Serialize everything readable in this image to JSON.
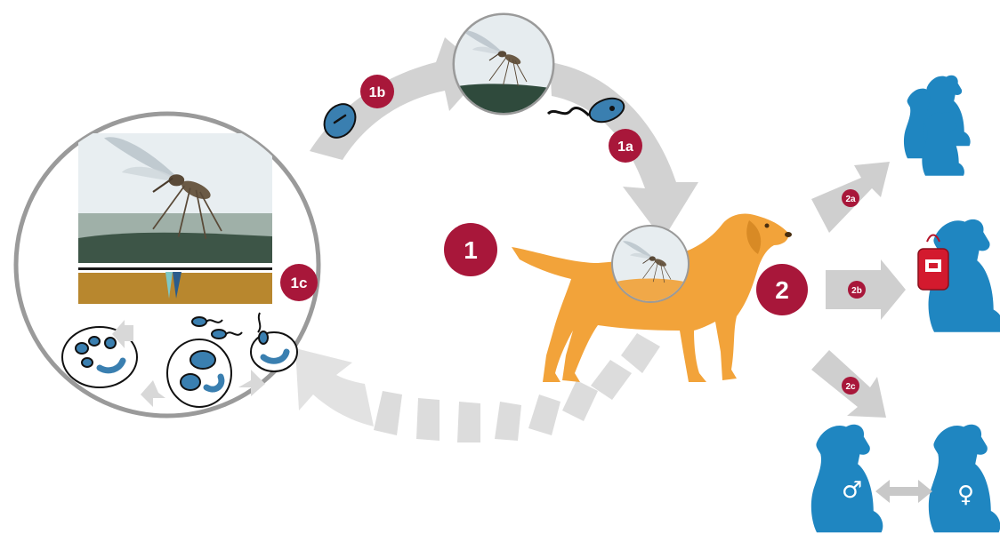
{
  "colors": {
    "badge": "#a8173a",
    "arrow": "#cfcfcf",
    "arrow_light": "#e4e4e4",
    "dog": "#f2a33a",
    "silhouette": "#1f86c1",
    "parasite": "#3a7fb0",
    "skin": "#b8872e",
    "circle_ring": "#9a9a9a"
  },
  "diagram": {
    "cycle_badge": "1",
    "transmission_badge": "2",
    "steps": [
      {
        "id": "1a",
        "label": "1a"
      },
      {
        "id": "1b",
        "label": "1b"
      },
      {
        "id": "1c",
        "label": "1c"
      }
    ],
    "routes": [
      {
        "id": "2a",
        "label": "2a"
      },
      {
        "id": "2b",
        "label": "2b"
      },
      {
        "id": "2c",
        "label": "2c"
      }
    ],
    "icons": {
      "sandfly": "sandfly-icon",
      "dog": "dog-icon",
      "blood_bag": "blood-bag-icon",
      "male": "male-symbol-icon",
      "female": "female-symbol-icon"
    },
    "sex_symbols": {
      "male": "♂",
      "female": "♀"
    }
  }
}
